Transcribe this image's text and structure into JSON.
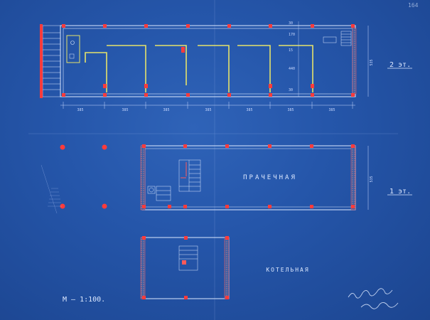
{
  "drawing": {
    "corner_mark": "164",
    "scale_label": "М — 1:100.",
    "signature": "signature-scribble",
    "floor2": {
      "floor_label": "2 эт.",
      "depth_dim": "535",
      "bay_dims": [
        "385",
        "385",
        "385",
        "385",
        "385",
        "385",
        "385"
      ],
      "right_dims": [
        "30",
        "170",
        "15",
        "440",
        "30"
      ]
    },
    "floor1": {
      "floor_label": "1 эт.",
      "depth_dim": "535",
      "room_name": "ПРАЧЕЧНАЯ"
    },
    "boiler": {
      "room_name": "КОТЕЛЬНАЯ"
    }
  },
  "colors": {
    "paper": "#2556aa",
    "line": "#dce8ff",
    "column": "#ff3b3b",
    "partition": "#e6e36a"
  }
}
